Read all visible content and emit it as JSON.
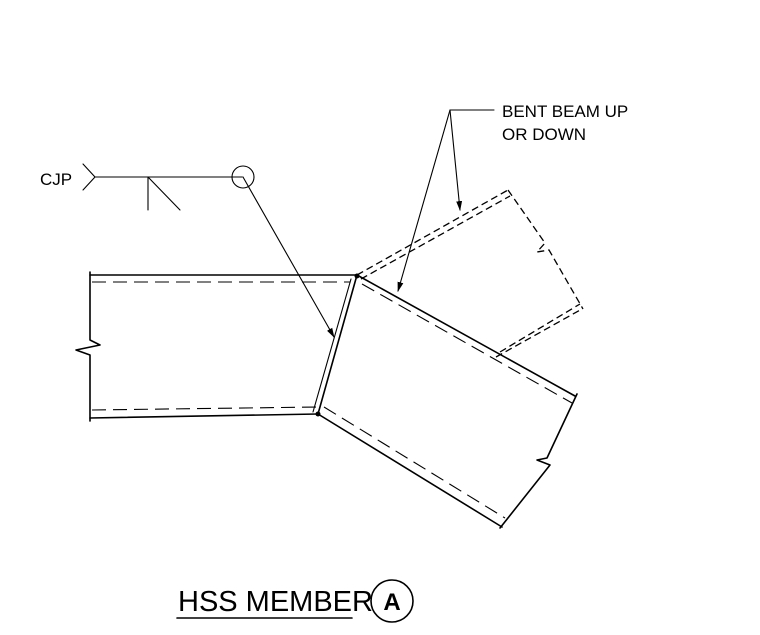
{
  "labels": {
    "weld_symbol": "CJP",
    "callout_line1": "BENT BEAM UP",
    "callout_line2": "OR DOWN",
    "title": "HSS MEMBER",
    "detail_mark": "A"
  }
}
